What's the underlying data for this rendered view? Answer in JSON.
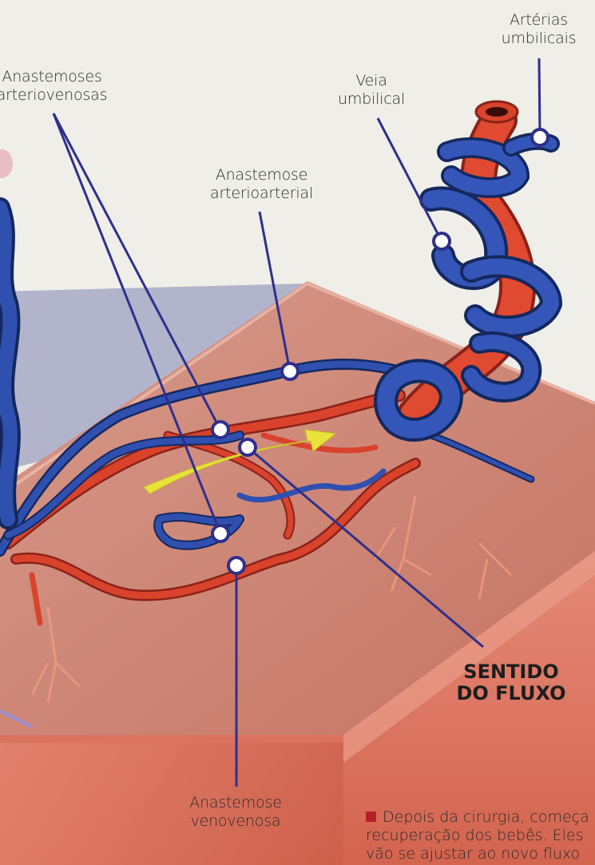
{
  "labels": {
    "arterias_umbilicais": [
      "Artérias",
      "umbilicais"
    ],
    "veia_umbilical": [
      "Veia",
      "umbilical"
    ],
    "anastemoses_arteriovenosas": [
      "Anastemoses",
      "arteriovenosas"
    ],
    "anastemose_arterioarterial": [
      "Anastemose",
      "arterioarterial"
    ],
    "sentido_do_fluxo": [
      "SENTIDO",
      "DO FLUXO"
    ],
    "anastemose_venovenosa": [
      "Anastemose",
      "venovenosa"
    ]
  },
  "caption": {
    "lines": [
      "Depois da cirurgia, começa a",
      "recuperação dos bebês. Eles",
      "vão se ajustar ao novo fluxo"
    ]
  },
  "colors": {
    "placenta_top": "#c97a6a",
    "placenta_front": "#dd7a68",
    "artery": "#d9432c",
    "vein": "#2f4ea8",
    "flow_arrow": "#e8e23a",
    "leader": "#2f2f8c",
    "caption_bullet": "#b51f2a"
  }
}
